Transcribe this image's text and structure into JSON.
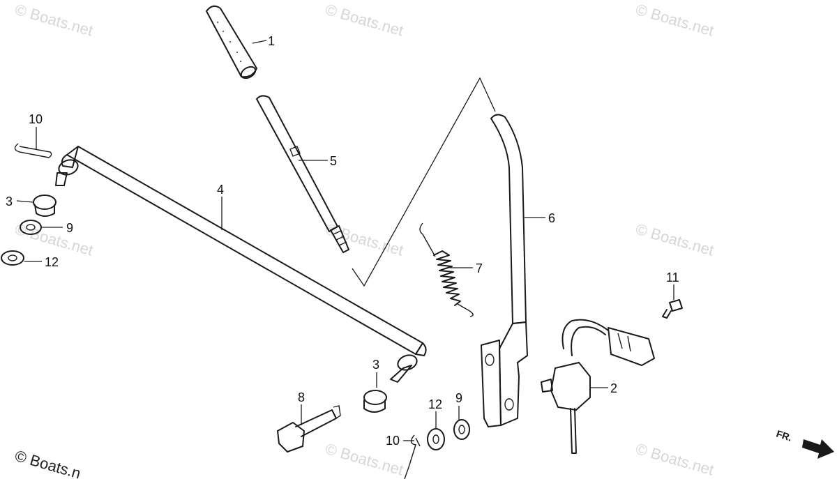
{
  "watermark": {
    "text": "© Boats.net",
    "corner_text": "© Boats.n"
  },
  "callouts": [
    "1",
    "2",
    "3",
    "3",
    "4",
    "5",
    "6",
    "7",
    "8",
    "9",
    "9",
    "10",
    "10",
    "11",
    "12",
    "12"
  ],
  "direction": {
    "label": "FR."
  },
  "colors": {
    "ink": "#1a1a1a",
    "watermark": "#d6d6d6"
  }
}
